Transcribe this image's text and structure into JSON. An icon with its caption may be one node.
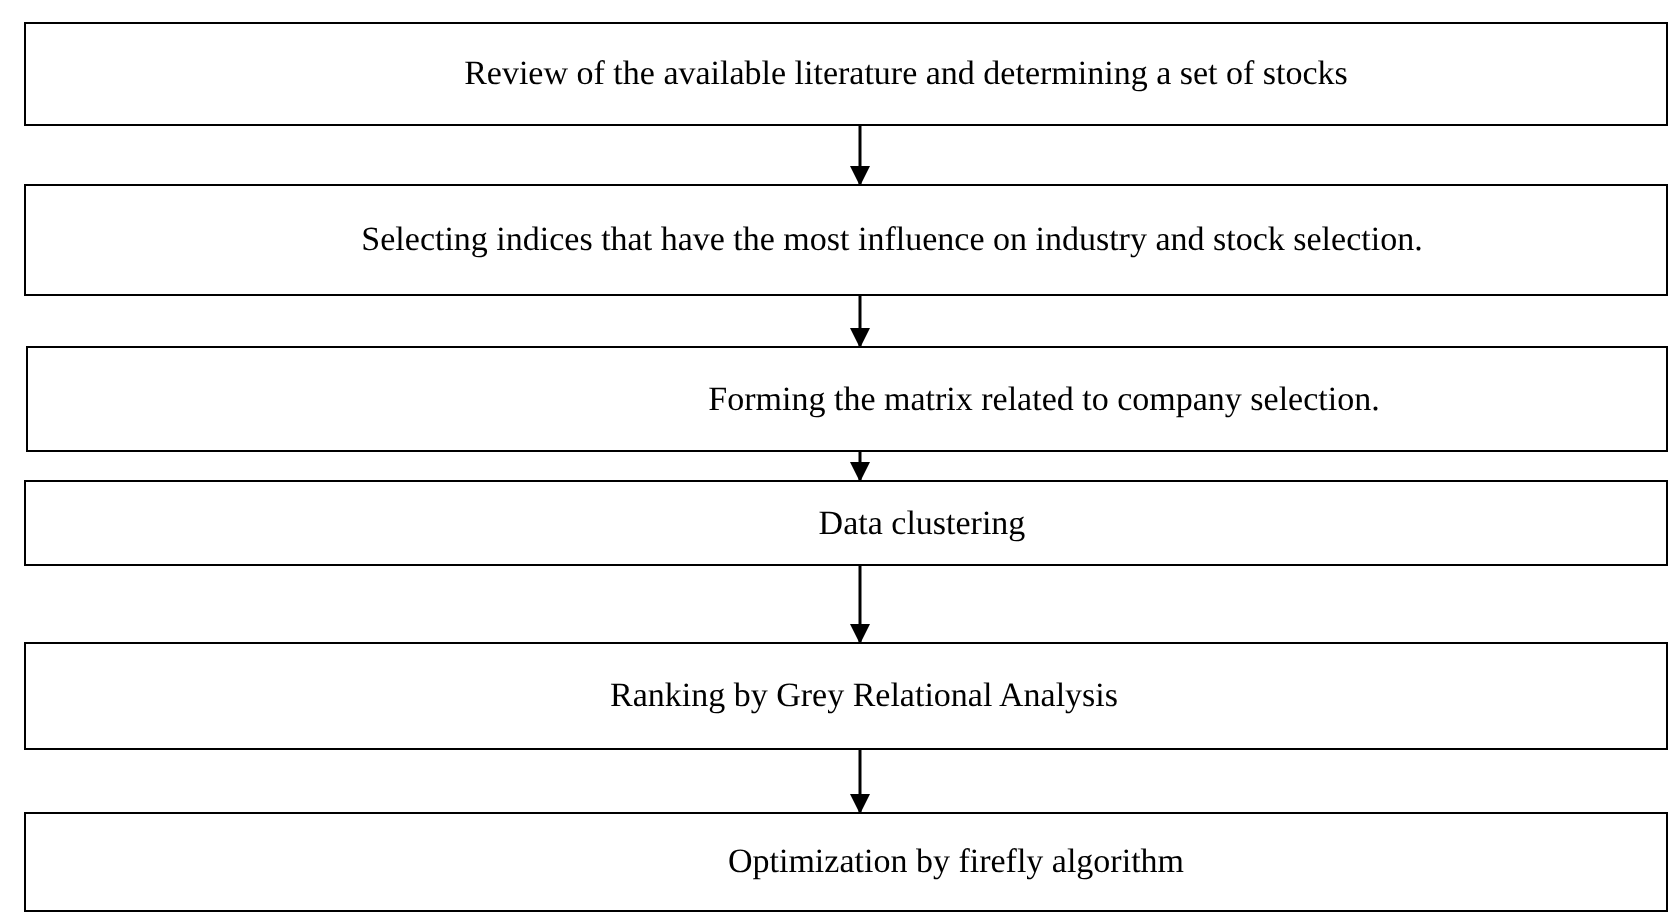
{
  "diagram": {
    "nodes": [
      {
        "text": [
          "Review of the available literature and determining a set of stocks"
        ]
      },
      {
        "text": [
          "Selecting indices that have the most influence on industry and stock selection."
        ]
      },
      {
        "text": [
          "Forming the matrix related to company selection."
        ]
      },
      {
        "text": [
          "Data clustering"
        ]
      },
      {
        "text": [
          "Ranking by Grey Relational Analysis"
        ]
      },
      {
        "text": [
          "Optimization by firefly algorithm"
        ]
      }
    ],
    "edges": [
      {
        "from": 0,
        "to": 1,
        "arrow": "to"
      },
      {
        "from": 1,
        "to": 2,
        "arrow": "to"
      },
      {
        "from": 2,
        "to": 3,
        "arrow": "to"
      },
      {
        "from": 3,
        "to": 4,
        "arrow": "to"
      },
      {
        "from": 4,
        "to": 5,
        "arrow": "to"
      }
    ]
  }
}
